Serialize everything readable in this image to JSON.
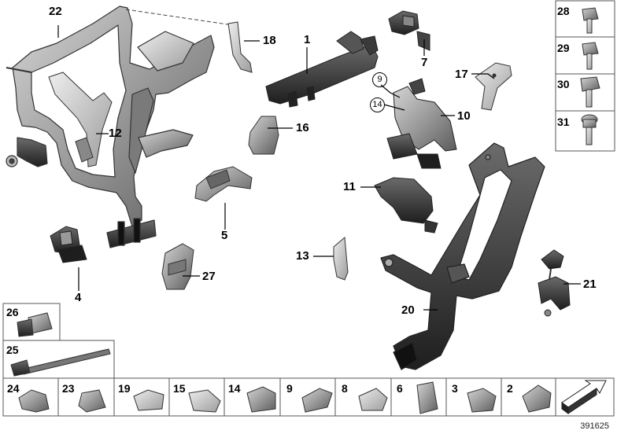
{
  "diagram": {
    "callouts": {
      "c22": "22",
      "c18": "18",
      "c1": "1",
      "c7": "7",
      "c17": "17",
      "c12": "12",
      "c16": "16",
      "c10": "10",
      "c11": "11",
      "c5": "5",
      "c13": "13",
      "c4": "4",
      "c27": "27",
      "c21": "21",
      "c20": "20"
    },
    "circled": {
      "ci9": "9",
      "ci14": "14"
    },
    "right_column": [
      "28",
      "29",
      "30",
      "31"
    ],
    "left_boxes": [
      "26",
      "25"
    ],
    "bottom_row": [
      "24",
      "23",
      "19",
      "15",
      "14",
      "9",
      "8",
      "6",
      "3",
      "2"
    ],
    "reference_number": "391625"
  }
}
